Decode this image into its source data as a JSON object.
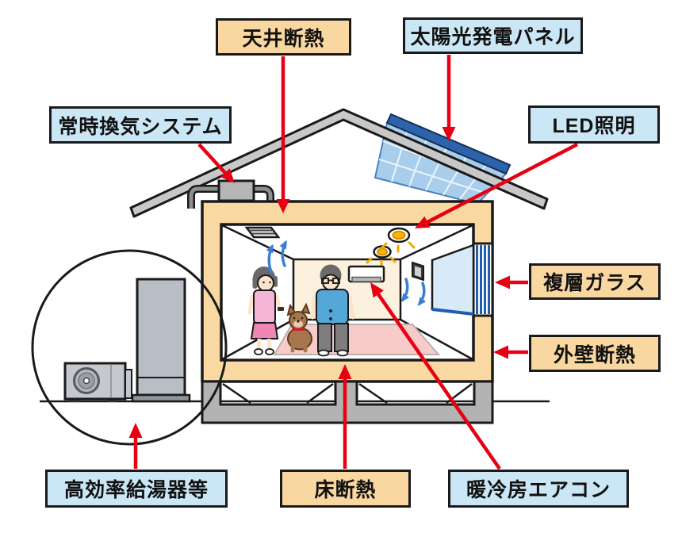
{
  "labels": {
    "ceiling_insulation": {
      "text": "天井断熱",
      "style": "orange"
    },
    "solar_panel": {
      "text": "太陽光発電パネル",
      "style": "blue"
    },
    "ventilation_system": {
      "text": "常時換気システム",
      "style": "blue"
    },
    "led_lighting": {
      "text": "LED照明",
      "style": "blue"
    },
    "double_glazing": {
      "text": "複層ガラス",
      "style": "orange"
    },
    "exterior_wall_insulation": {
      "text": "外壁断熱",
      "style": "orange"
    },
    "high_efficiency_water_heater": {
      "text": "高効率給湯器等",
      "style": "blue"
    },
    "floor_insulation": {
      "text": "床断熱",
      "style": "orange"
    },
    "heating_cooling_aircon": {
      "text": "暖冷房エアコン",
      "style": "blue"
    }
  },
  "colors": {
    "label_orange": "#F9D7A0",
    "label_blue": "#CBE7F6",
    "label_border": "#1A1A1A",
    "arrow_red": "#E60012",
    "airflow_blue": "#3B7FD4",
    "house_insulation_orange": "#F9D8A2",
    "roof_gray": "#C8C8C8",
    "foundation_gray": "#B3B3B3",
    "back_wall_cream": "#FBF1DE",
    "solar_panel_blue": "#A9CEEB",
    "solar_edge_blue": "#2B64AD",
    "glazing_blue": "#1F5DAE",
    "window_pane_blue": "#D8EAF8",
    "carpet_pink": "#F8CBCB"
  }
}
